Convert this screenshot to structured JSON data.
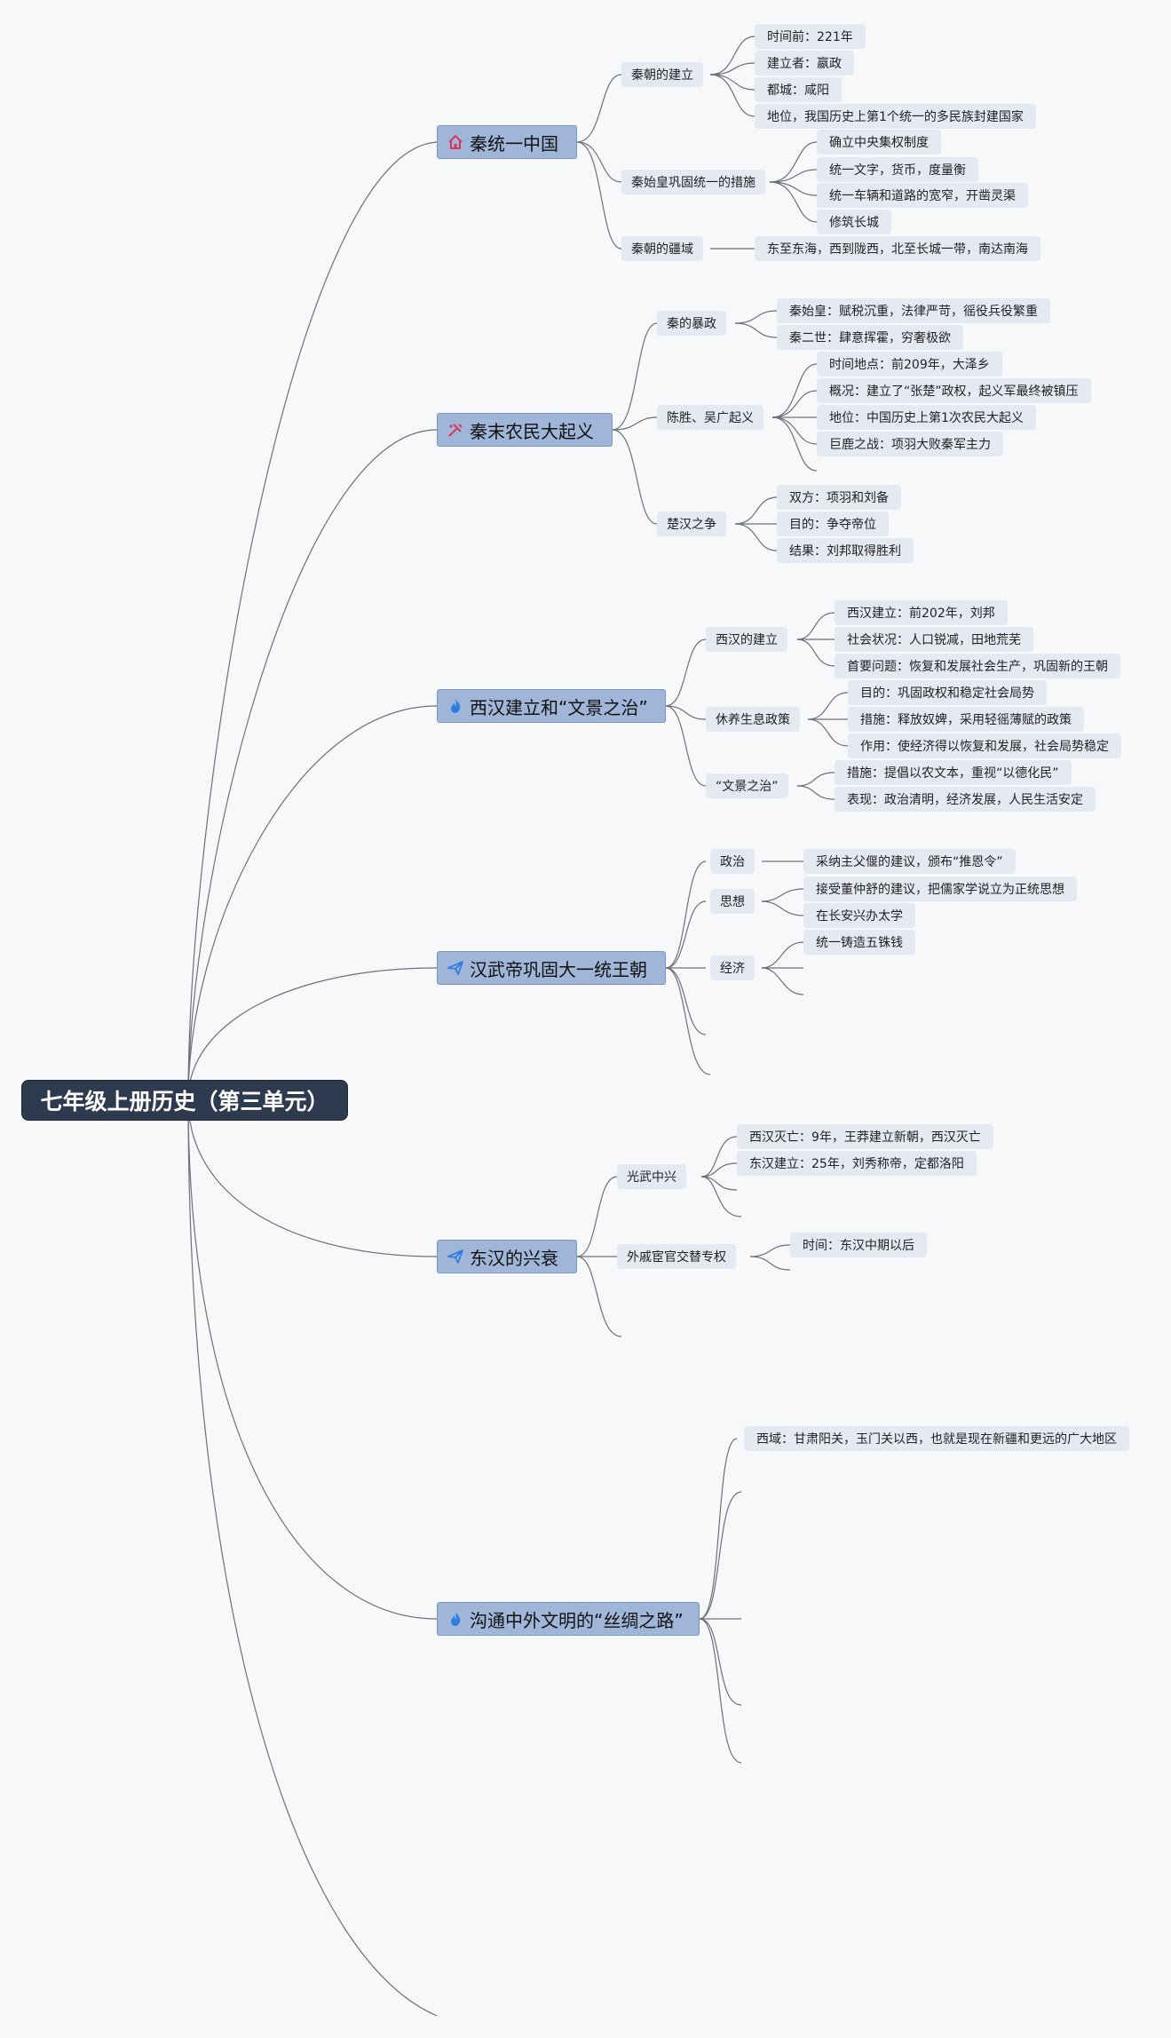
{
  "root": "七年级上册历史（第三单元）",
  "icons": {
    "home": "home-icon",
    "tools": "tools-icon",
    "flame": "flame-icon",
    "plane": "paper-plane-icon"
  },
  "topics": [
    {
      "label": "秦统一中国",
      "subs": [
        {
          "label": "秦朝的建立",
          "leaves": [
            "时间前：221年",
            "建立者：嬴政",
            "都城：咸阳",
            "地位，我国历史上第1个统一的多民族封建国家"
          ]
        },
        {
          "label": "秦始皇巩固统一的措施",
          "leaves": [
            "确立中央集权制度",
            "统一文字，货币，度量衡",
            "统一车辆和道路的宽窄，开凿灵渠",
            "修筑长城"
          ]
        },
        {
          "label": "秦朝的疆域",
          "leaves": [
            "东至东海，西到陇西，北至长城一带，南达南海"
          ]
        }
      ]
    },
    {
      "label": "秦末农民大起义",
      "subs": [
        {
          "label": "秦的暴政",
          "leaves": [
            "秦始皇：赋税沉重，法律严苛，徭役兵役繁重",
            "秦二世：肆意挥霍，穷奢极欲"
          ]
        },
        {
          "label": "陈胜、吴广起义",
          "leaves": [
            "时间地点：前209年，大泽乡",
            "概况：建立了“张楚”政权，起义军最终被镇压",
            "地位：中国历史上第1次农民大起义",
            "巨鹿之战：项羽大败秦军主力"
          ]
        },
        {
          "label": "楚汉之争",
          "leaves": [
            "双方：项羽和刘备",
            "目的：争夺帝位",
            "结果：刘邦取得胜利"
          ]
        }
      ]
    },
    {
      "label": "西汉建立和“文景之治”",
      "subs": [
        {
          "label": "西汉的建立",
          "leaves": [
            "西汉建立：前202年，刘邦",
            "社会状况：人口锐减，田地荒芜",
            "首要问题：恢复和发展社会生产，巩固新的王朝"
          ]
        },
        {
          "label": "休养生息政策",
          "leaves": [
            "目的：巩固政权和稳定社会局势",
            "措施：释放奴婢，采用轻徭薄赋的政策",
            "作用：使经济得以恢复和发展，社会局势稳定"
          ]
        },
        {
          "label": "“文景之治”",
          "leaves": [
            "措施：提倡以农文本，重视“以德化民”",
            "表现：政治清明，经济发展，人民生活安定"
          ]
        }
      ]
    },
    {
      "label": "汉武帝巩固大一统王朝",
      "subs": [
        {
          "label": "政治",
          "leaves": [
            "采纳主父偃的建议，颁布“推恩令”"
          ]
        },
        {
          "label": "思想",
          "leaves": [
            "接受董仲舒的建议，把儒家学说立为正统思想",
            "在长安兴办太学"
          ]
        },
        {
          "label": "经济",
          "leaves": [
            "统一铸造五铢钱"
          ]
        }
      ]
    },
    {
      "label": "东汉的兴衰",
      "subs": [
        {
          "label": "光武中兴",
          "leaves": [
            "西汉灭亡：9年，王莽建立新朝，西汉灭亡",
            "东汉建立：25年，刘秀称帝，定都洛阳"
          ]
        },
        {
          "label": "外戚宦官交替专权",
          "leaves": [
            "时间：东汉中期以后"
          ]
        }
      ]
    },
    {
      "label": "沟通中外文明的“丝绸之路”",
      "subs": [],
      "leaves": [
        "西域：甘肃阳关，玉门关以西，也就是现在新疆和更远的广大地区"
      ]
    }
  ]
}
